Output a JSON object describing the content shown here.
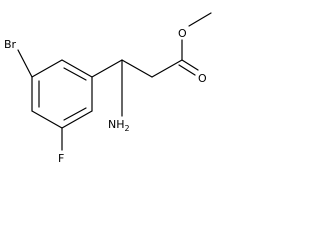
{
  "molecule": {
    "atoms": {
      "bromine": "Br",
      "amine_n": "NH",
      "amine_h2": "2",
      "fluorine": "F",
      "ester_o_top": "O",
      "ester_o_bottom": "O"
    }
  }
}
